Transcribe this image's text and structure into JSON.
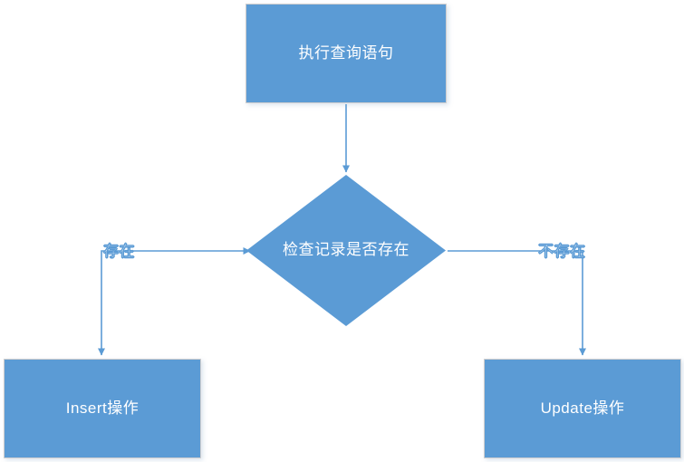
{
  "diagram": {
    "title_text": "",
    "type": "flowchart",
    "colors": {
      "node_fill": "#5b9bd5",
      "node_border": "#d0cece",
      "node_text": "#ffffff",
      "connector": "#5b9bd5",
      "background": "#ffffff"
    },
    "nodes": [
      {
        "id": "start",
        "label": "执行查询语句",
        "shape": "process"
      },
      {
        "id": "check",
        "label": "检查记录是否存在",
        "shape": "decision"
      },
      {
        "id": "insert",
        "label": "Insert操作",
        "shape": "process"
      },
      {
        "id": "update",
        "label": "Update操作",
        "shape": "process"
      }
    ],
    "edges": [
      {
        "id": "e1",
        "from": "start",
        "to": "check",
        "label": ""
      },
      {
        "id": "e2",
        "from": "check",
        "to": "insert",
        "label": "存在"
      },
      {
        "id": "e3",
        "from": "check",
        "to": "update",
        "label": "不存在"
      }
    ]
  }
}
